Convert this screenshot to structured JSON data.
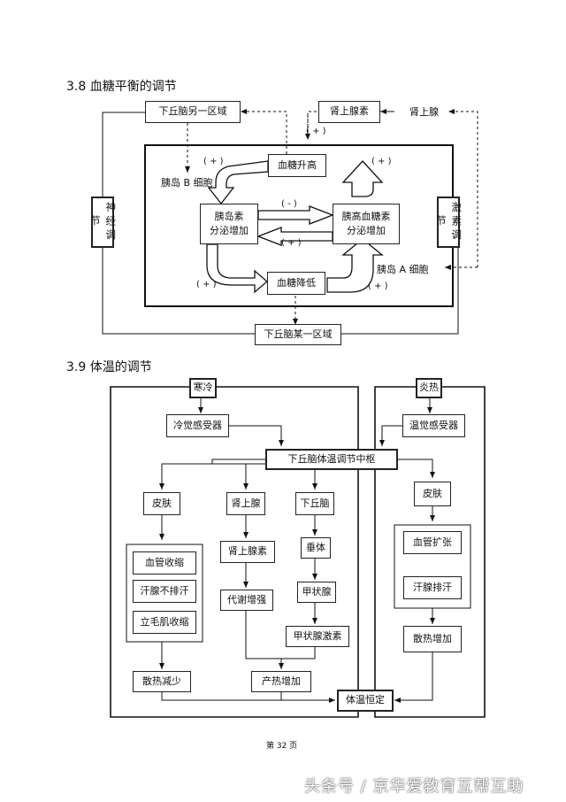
{
  "sections": {
    "glucose_title": "3.8 血糖平衡的调节",
    "temp_title": "3.9 体温的调节"
  },
  "glucose": {
    "hypo_other": "下丘脑另一区域",
    "adrenaline": "肾上腺素",
    "adrenal": "肾上腺",
    "glucose_up": "血糖升高",
    "glucose_down": "血糖降低",
    "insulin": "胰岛素\n分泌增加",
    "glucagon": "胰高血糖素\n分泌增加",
    "b_cell": "胰岛  B  细胞",
    "a_cell": "胰岛  A  细胞",
    "neural": "神经调节",
    "hormonal": "激素调节",
    "hypo_some": "下丘脑某一区域",
    "plus": "( + )",
    "minus": "( - )"
  },
  "temperature": {
    "cold": "寒冷",
    "hot": "炎热",
    "cold_receptor": "冷觉感受器",
    "warm_receptor": "温觉感受器",
    "center": "下丘脑体温调节中枢",
    "skin_cold": "皮肤",
    "adrenal": "肾上腺",
    "hypothalamus": "下丘脑",
    "vaso_constrict": "血管收缩",
    "no_sweat": "汗腺不排汗",
    "pilo": "立毛肌收缩",
    "adrenaline": "肾上腺素",
    "pituitary": "垂体",
    "metabolism": "代谢增强",
    "thyroid": "甲状腺",
    "thyroxine": "甲状腺激素",
    "less_heat_loss": "散热减少",
    "more_heat_prod": "产热增加",
    "constant": "体温恒定",
    "skin_hot": "皮肤",
    "vaso_dilate": "血管扩张",
    "sweat": "汗腺排汗",
    "more_heat_loss": "散热增加"
  },
  "footer": {
    "page": "第 32 页",
    "watermark": "头条号 / 京华爱教育互帮互助"
  }
}
